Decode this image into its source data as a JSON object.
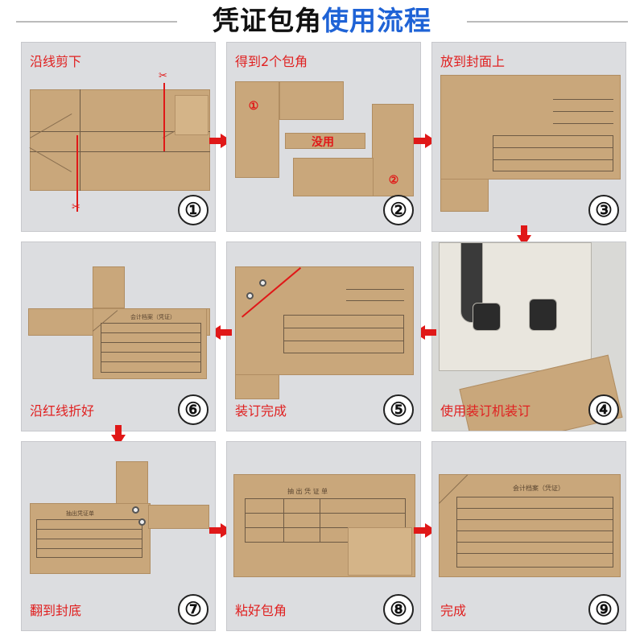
{
  "header": {
    "title_part1": "凭证包角",
    "title_part2": "使用流程"
  },
  "steps": [
    {
      "label": "沿线剪下",
      "number": "①"
    },
    {
      "label": "得到2个包角",
      "number": "②"
    },
    {
      "label": "放到封面上",
      "number": "③"
    },
    {
      "label": "使用装订机装订",
      "number": "④"
    },
    {
      "label": "装订完成",
      "number": "⑤"
    },
    {
      "label": "沿红线折好",
      "number": "⑥"
    },
    {
      "label": "翻到封底",
      "number": "⑦"
    },
    {
      "label": "粘好包角",
      "number": "⑧"
    },
    {
      "label": "完成",
      "number": "⑨"
    }
  ],
  "step2_marks": {
    "corner_one": "①",
    "corner_two": "②",
    "unused": "没用"
  },
  "form_text": {
    "archive_title": "会计档案（凭证）",
    "extract_title": "抽出凭证单",
    "extract_title_spaced": "抽 出 凭 证 单"
  },
  "colors": {
    "accent_red": "#e01818",
    "title_blue": "#1f63d6",
    "kraft": "#c9a77b"
  }
}
